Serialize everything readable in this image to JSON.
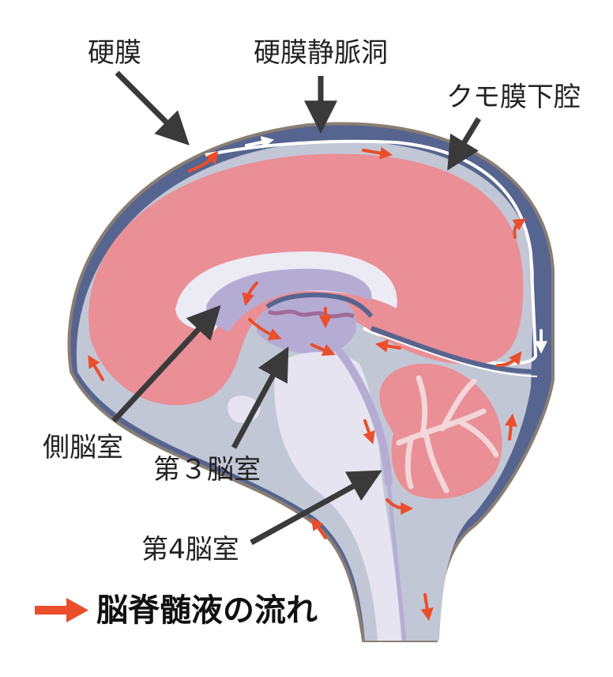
{
  "labels": {
    "dura": "硬膜",
    "dural_sinus": "硬膜静脈洞",
    "subarachnoid": "クモ膜下腔",
    "lateral_ventricle": "側脳室",
    "third_ventricle": "第３脳室",
    "fourth_ventricle": "第4脳室"
  },
  "legend": {
    "text": "脳脊髄液の流れ"
  },
  "colors": {
    "dura": "#56658f",
    "csf_space": "#c2c7d6",
    "cerebrum": "#ea8f95",
    "ventricle": "#b5acd4",
    "brainstem": "#e6e4f0",
    "flow_arrow": "#ea4e2b",
    "pointer_arrow": "#3a3a3a",
    "outline": "#8a7e74"
  },
  "icons": {
    "flow": "orange-flow-arrow",
    "pointer": "dark-pointer-arrow"
  }
}
